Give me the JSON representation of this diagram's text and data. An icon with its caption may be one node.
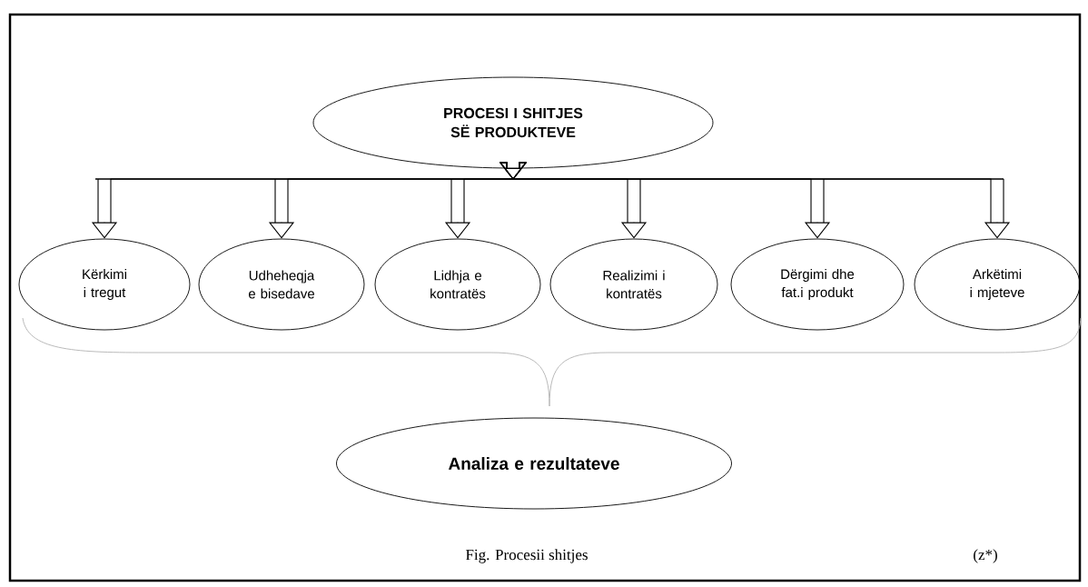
{
  "diagram": {
    "caption": "Fig. Procesii shitjes",
    "nodes": [
      {
        "text": [
          "PROCESI I SHITJES SË PRODUKTEVE"
        ]
      },
      {
        "text": [
          "Kërkimi i tregut"
        ]
      },
      {
        "text": [
          "Udheheqja e bisedave"
        ]
      },
      {
        "text": [
          "Lidhja e kontratës"
        ]
      },
      {
        "text": [
          "Realizimi i kontratës"
        ]
      },
      {
        "text": [
          "Dërgimi dhe fat.i produkt"
        ]
      },
      {
        "text": [
          "Arkëtimi i mjeteve"
        ]
      },
      {
        "text": [
          "Analiza e rezultateve"
        ]
      }
    ],
    "edges": [
      {
        "from": 0,
        "to": 1,
        "arrow": "to"
      },
      {
        "from": 0,
        "to": 2,
        "arrow": "to"
      },
      {
        "from": 0,
        "to": 3,
        "arrow": "to"
      },
      {
        "from": 0,
        "to": 4,
        "arrow": "to"
      },
      {
        "from": 0,
        "to": 5,
        "arrow": "to"
      },
      {
        "from": 0,
        "to": 6,
        "arrow": "to"
      }
    ],
    "labels": [
      "(z*)"
    ]
  }
}
